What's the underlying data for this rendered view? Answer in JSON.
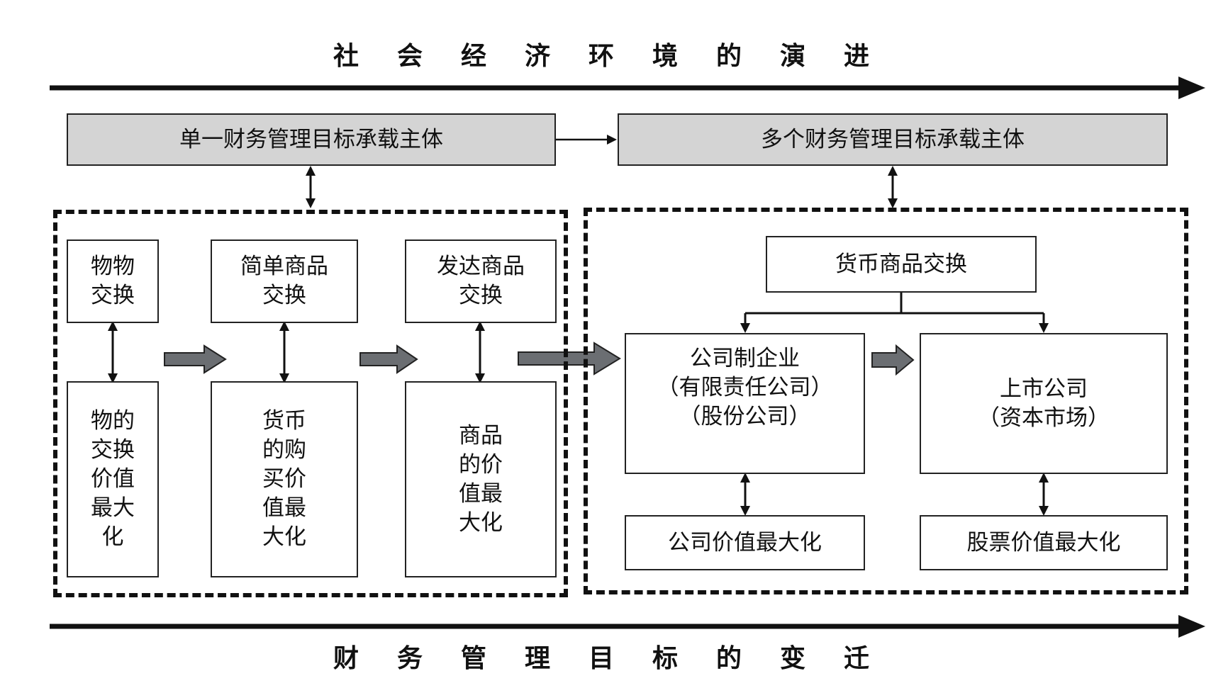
{
  "top_title": "社会经济环境的演进",
  "bottom_title": "财务管理目标的变迁",
  "header": {
    "single": "单一财务管理目标承载主体",
    "multiple": "多个财务管理目标承载主体"
  },
  "left_group": {
    "barter": "物物\n交换",
    "barter_goal": "物的\n交换\n价值\n最大\n化",
    "simple": "简单商品\n交换",
    "simple_goal": "货币\n的购\n买价\n值最\n大化",
    "developed": "发达商品\n交换",
    "developed_goal": "商品\n的价\n值最\n大化"
  },
  "right_group": {
    "money": "货币商品交换",
    "corporate": "公司制企业\n（有限责任公司）\n（股份公司）",
    "listed": "上市公司\n（资本市场）",
    "corporate_goal": "公司价值最大化",
    "listed_goal": "股票价值最大化"
  }
}
